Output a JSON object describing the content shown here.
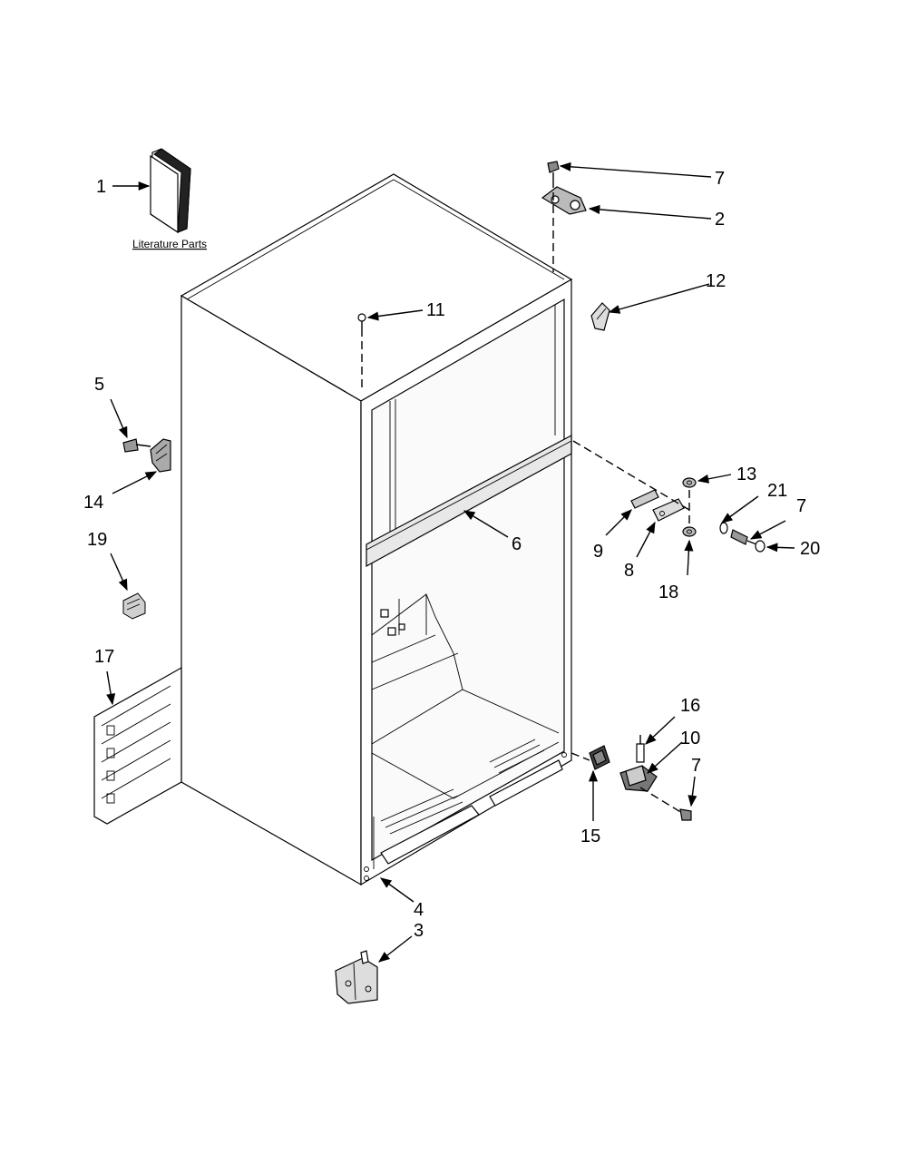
{
  "diagram": {
    "literature_label": "Literature Parts",
    "callouts": [
      {
        "id": "c1",
        "text": "1"
      },
      {
        "id": "c2",
        "text": "2"
      },
      {
        "id": "c3",
        "text": "3"
      },
      {
        "id": "c4",
        "text": "4"
      },
      {
        "id": "c5",
        "text": "5"
      },
      {
        "id": "c6",
        "text": "6"
      },
      {
        "id": "c7a",
        "text": "7"
      },
      {
        "id": "c7b",
        "text": "7"
      },
      {
        "id": "c7c",
        "text": "7"
      },
      {
        "id": "c8",
        "text": "8"
      },
      {
        "id": "c9",
        "text": "9"
      },
      {
        "id": "c10",
        "text": "10"
      },
      {
        "id": "c11",
        "text": "11"
      },
      {
        "id": "c12",
        "text": "12"
      },
      {
        "id": "c13",
        "text": "13"
      },
      {
        "id": "c14",
        "text": "14"
      },
      {
        "id": "c15",
        "text": "15"
      },
      {
        "id": "c16",
        "text": "16"
      },
      {
        "id": "c17",
        "text": "17"
      },
      {
        "id": "c18",
        "text": "18"
      },
      {
        "id": "c19",
        "text": "19"
      },
      {
        "id": "c20",
        "text": "20"
      },
      {
        "id": "c21",
        "text": "21"
      }
    ]
  }
}
